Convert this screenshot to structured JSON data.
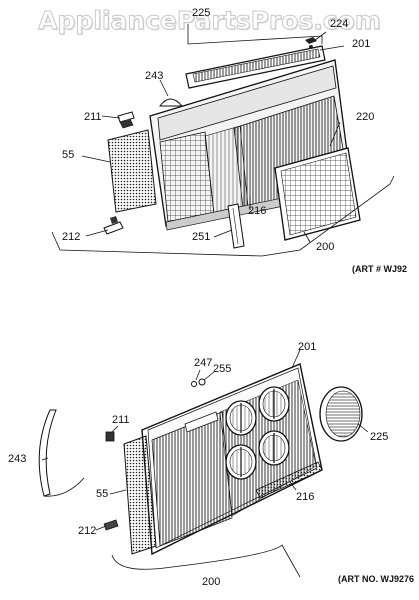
{
  "watermark": "AppliancePartsPros.com",
  "top_diagram": {
    "labels": {
      "l225": "225",
      "l224": "224",
      "l201": "201",
      "l243": "243",
      "l211": "211",
      "l220": "220",
      "l55": "55",
      "l216": "216",
      "l212": "212",
      "l251": "251",
      "l200": "200"
    },
    "art_ref": "(ART # WJ92"
  },
  "bottom_diagram": {
    "labels": {
      "l201": "201",
      "l247": "247",
      "l255": "255",
      "l211": "211",
      "l243": "243",
      "l225": "225",
      "l55": "55",
      "l216": "216",
      "l212": "212",
      "l200": "200"
    },
    "art_ref": "(ART NO. WJ9276"
  }
}
